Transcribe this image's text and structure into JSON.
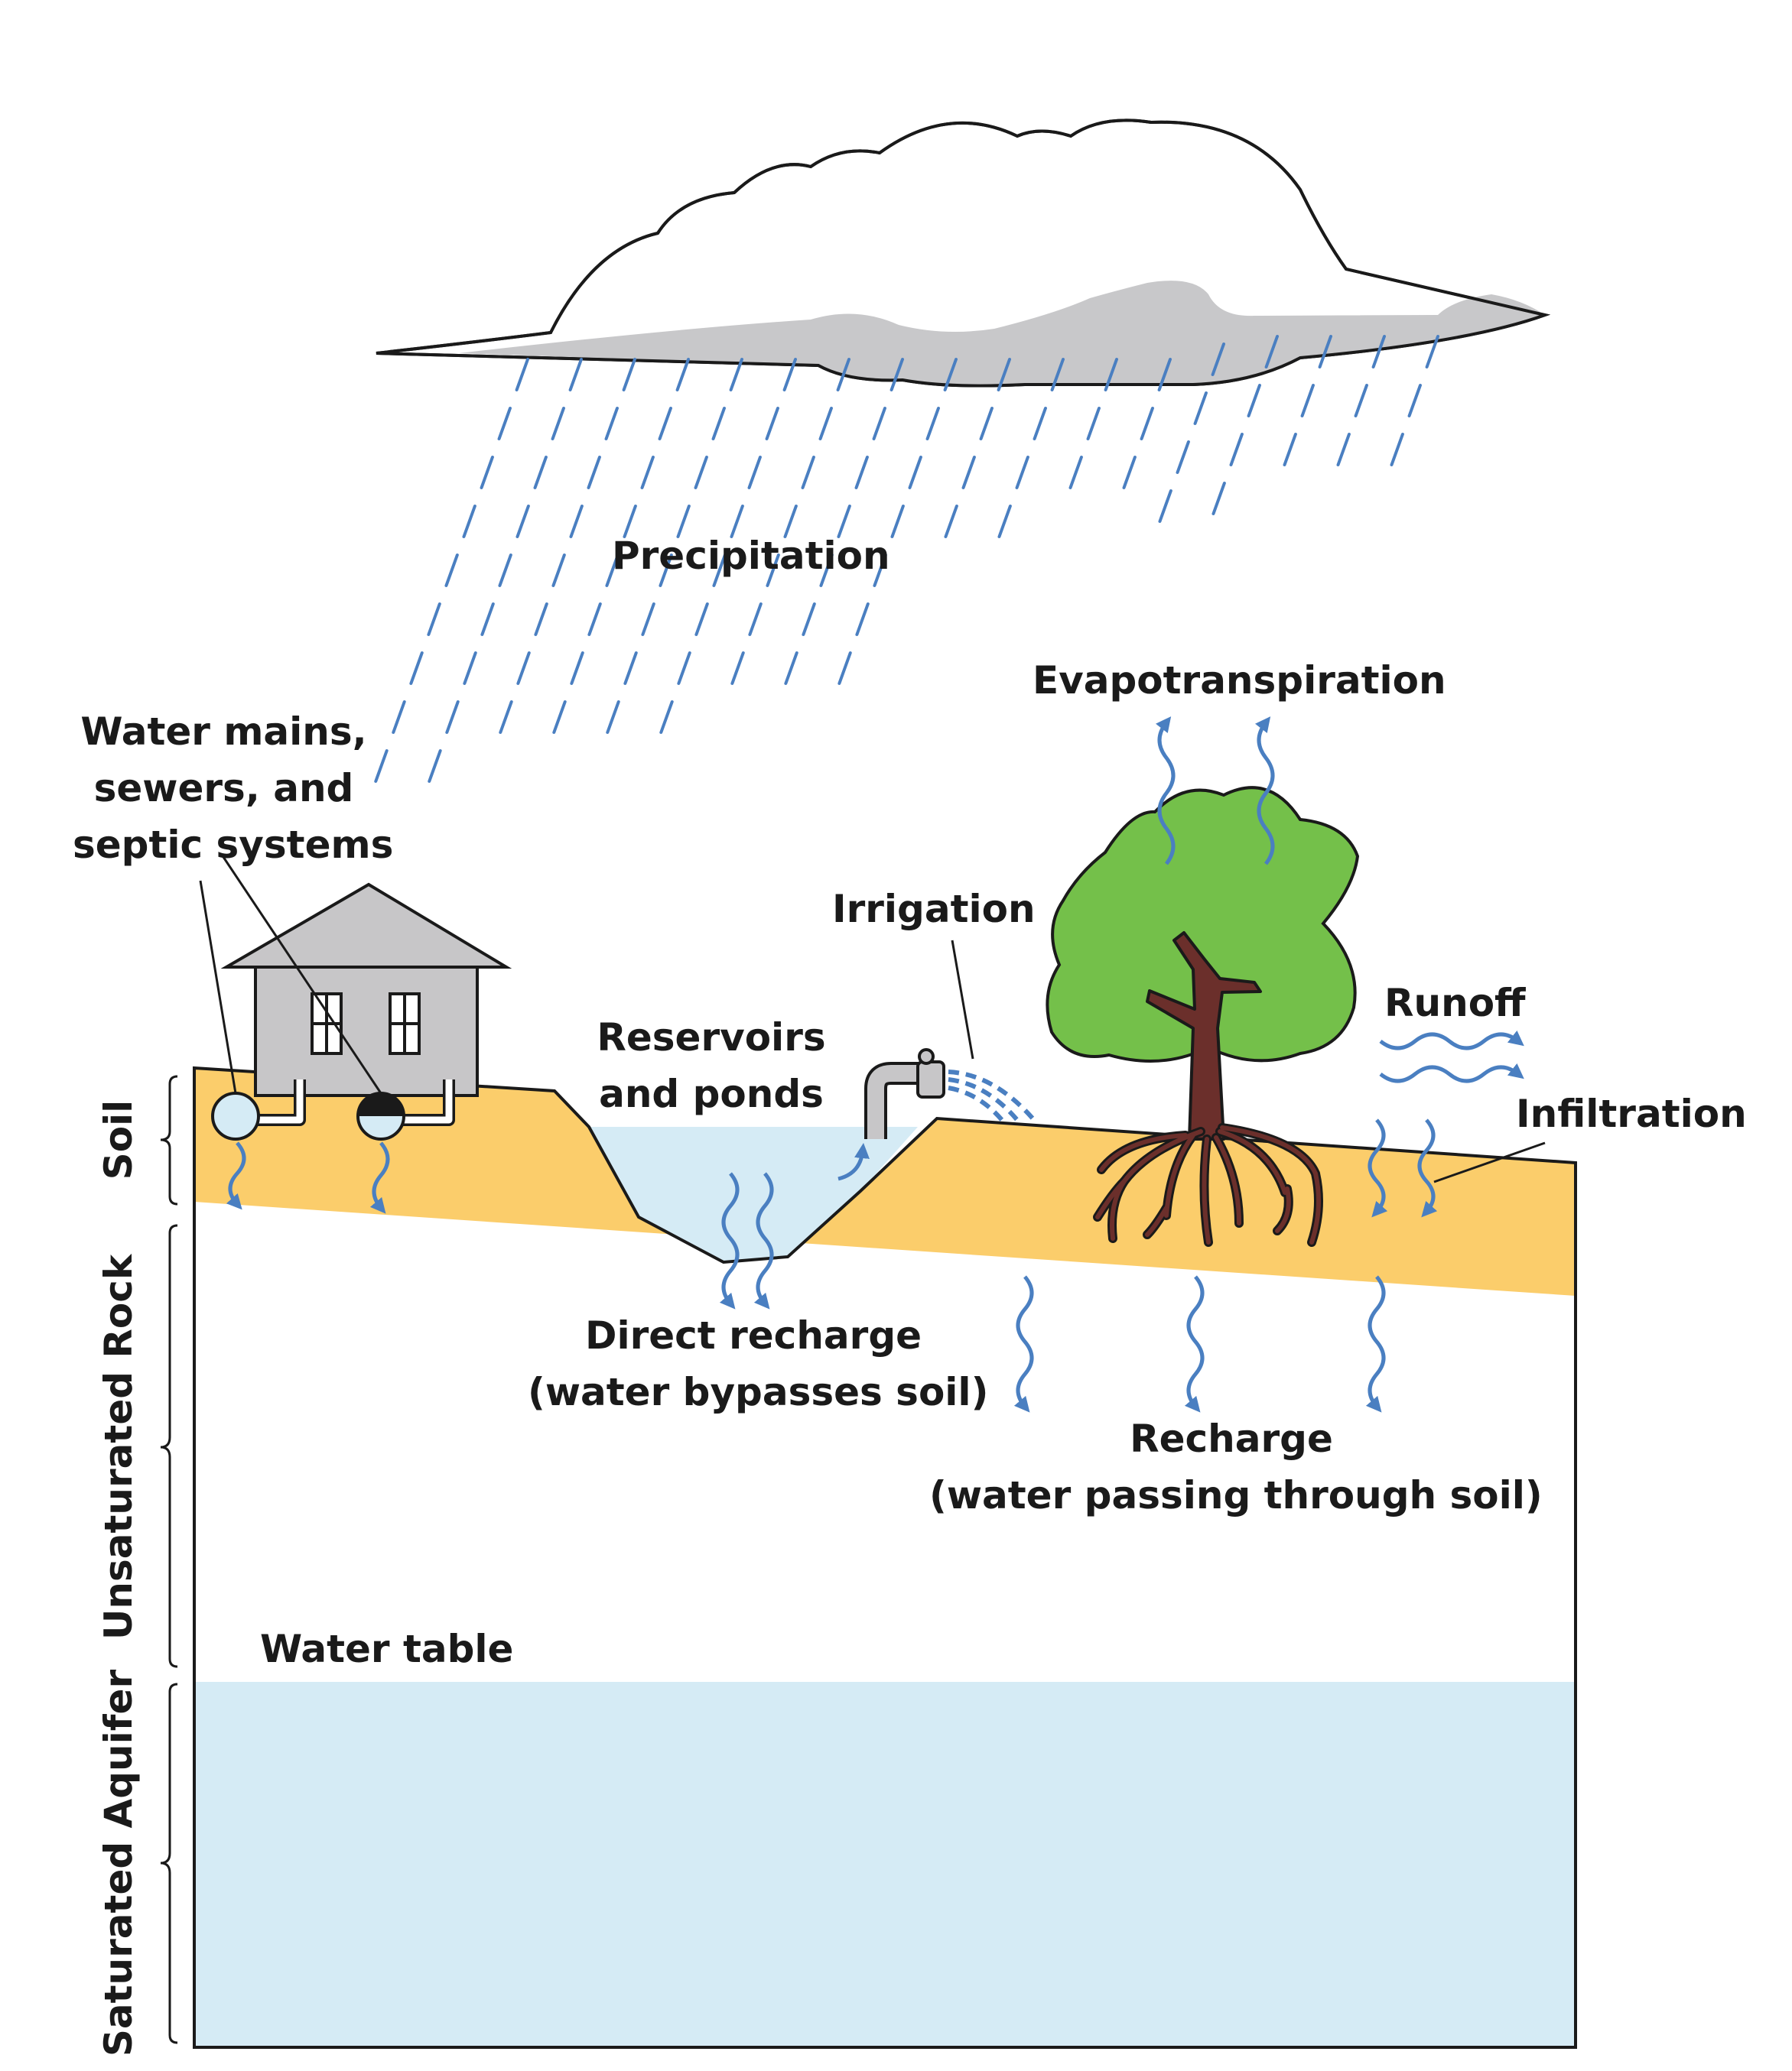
{
  "labels": {
    "precipitation": "Precipitation",
    "evapotranspiration": "Evapotranspiration",
    "water_mains": [
      "Water mains,",
      "sewers, and",
      "septic systems"
    ],
    "irrigation": "Irrigation",
    "reservoirs": [
      "Reservoirs",
      "and ponds"
    ],
    "runoff": "Runoff",
    "infiltration": "Infiltration",
    "direct_recharge": [
      "Direct recharge",
      "(water bypasses soil)"
    ],
    "recharge": [
      "Recharge",
      "(water passing through soil)"
    ],
    "water_table": "Water table"
  },
  "layers": {
    "soil": "Soil",
    "unsaturated_rock": "Unsaturated Rock",
    "saturated_aquifer": "Saturated Aquifer"
  },
  "colors": {
    "soil": "#fbcd6b",
    "water": "#d5ebf5",
    "arrow": "#4a7fc1",
    "cloud_shade": "#c8c8ca",
    "house": "#c7c6c8",
    "tree_canopy": "#74c04a",
    "tree_trunk": "#6b2f2b",
    "outline": "#1a1a1a"
  }
}
